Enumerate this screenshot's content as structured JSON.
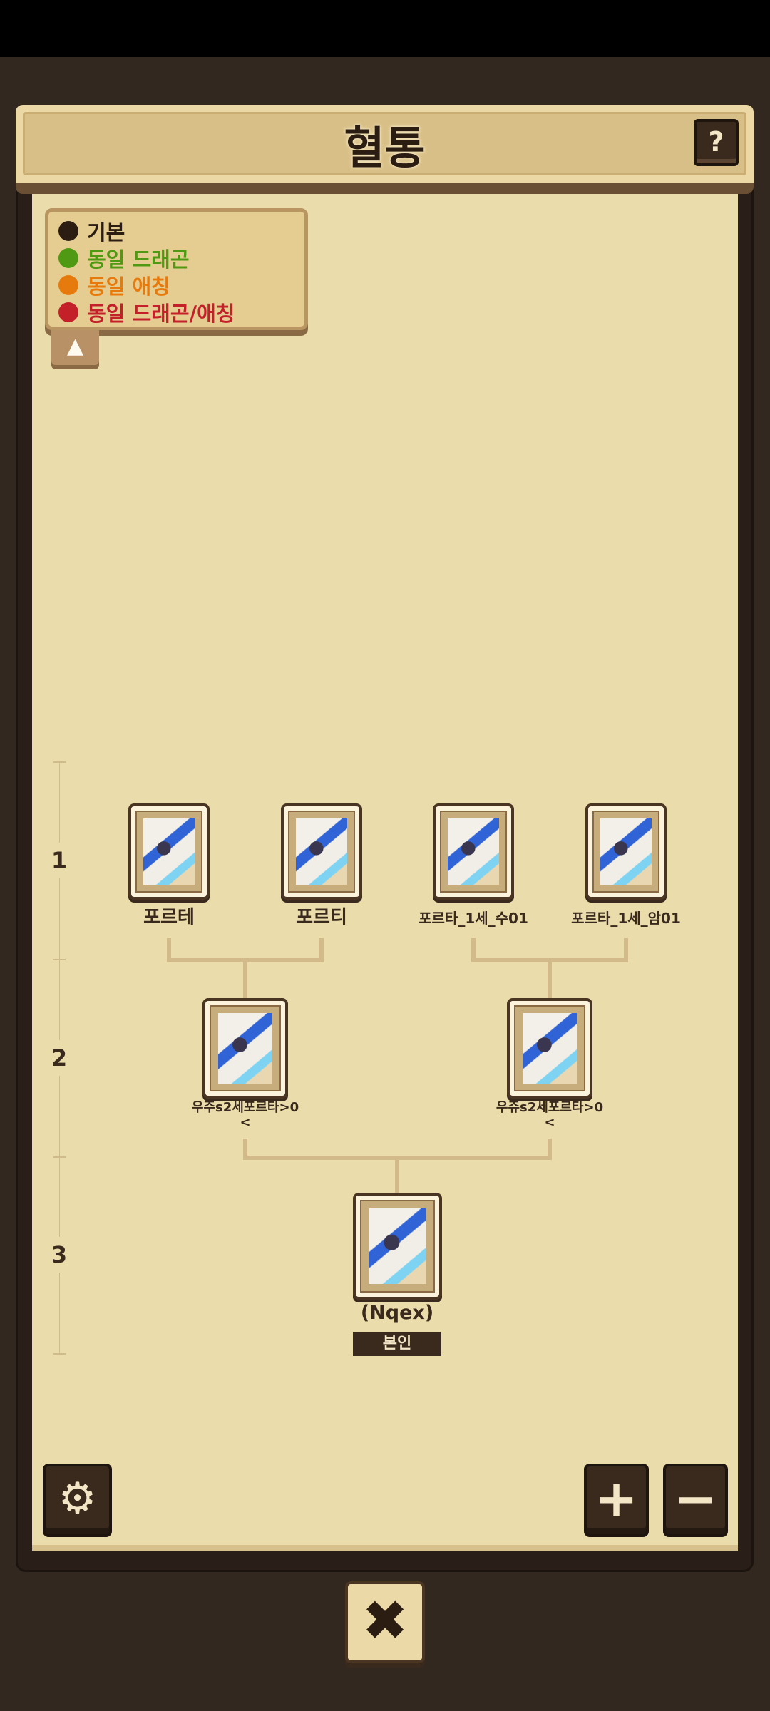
{
  "title": "혈통",
  "help_label": "?",
  "legend": [
    {
      "label": "기본",
      "color": "#2b1d12"
    },
    {
      "label": "동일 드래곤",
      "color": "#4f9a12"
    },
    {
      "label": "동일 애칭",
      "color": "#e77a0c"
    },
    {
      "label": "동일 드래곤/애칭",
      "color": "#c4202a"
    }
  ],
  "legend_toggle": "▲",
  "generations": [
    "1",
    "2",
    "3"
  ],
  "gen1": [
    {
      "name": "포르테"
    },
    {
      "name": "포르티"
    },
    {
      "name": "포르타_1세_수01"
    },
    {
      "name": "포르타_1세_암01"
    }
  ],
  "gen2": [
    {
      "name": "우주s2세포르타>0<"
    },
    {
      "name": "우쥬s2세포르타>0<"
    }
  ],
  "gen3": {
    "name": "(Nqex)",
    "badge": "본인"
  },
  "buttons": {
    "settings": "⚙",
    "zoom_in": "+",
    "zoom_out": "−",
    "close": "✖"
  }
}
